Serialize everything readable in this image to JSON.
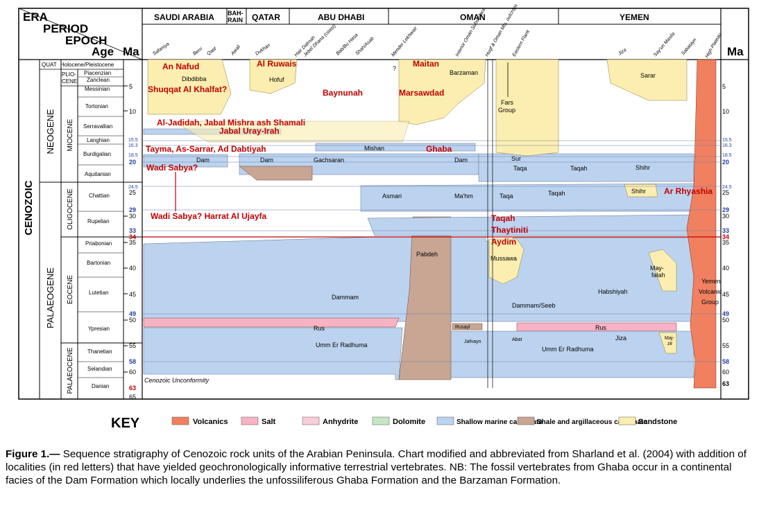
{
  "header": {
    "era": "ERA",
    "period": "PERIOD",
    "epoch": "EPOCH",
    "age": "Age",
    "ma_left": "Ma",
    "ma_right": "Ma"
  },
  "countries": [
    "SAUDI ARABIA",
    "BAH-",
    "RAIN",
    "QATAR",
    "ABU DHABI",
    "OMAN",
    "YEMEN"
  ],
  "localities": [
    "Safaniya",
    "Berri",
    "Qatif",
    "Awali",
    "Dukhan",
    "Hair Dalmah",
    "Jebel Dhana (coast)",
    "Bab/Bu Hasa",
    "Shah/Asab",
    "Mender Lekhwair",
    "Interior Oman Subsurface",
    "Huqf & Oman Mts. outcrops",
    "Eastern Flank",
    "Jiza",
    "Say'un Masila",
    "Sabatayn",
    "High Plateau"
  ],
  "era": "CENOZOIC",
  "periods": [
    "NEOGENE",
    "PALAEOGENE"
  ],
  "quat": "QUAT",
  "holocene": "Holocene/Pleistocene",
  "epochs": [
    "PLIO-",
    "CENE",
    "MIOCENE",
    "OLIGOCENE",
    "EOCENE",
    "PALAEOCENE"
  ],
  "stages": [
    "Piacenzian",
    "Zanclean",
    "Messinian",
    "Tortonian",
    "Serravallian",
    "Langhian",
    "Burdigalian",
    "Aquitanian",
    "Chattian",
    "Rupelian",
    "Priabonian",
    "Bartonian",
    "Lutetian",
    "Ypresian",
    "Thanetian",
    "Selandian",
    "Danian"
  ],
  "ma_ticks": [
    "5",
    "10",
    "15.5",
    "16.3",
    "18.5",
    "20",
    "24.5",
    "25",
    "29",
    "30",
    "33",
    "34",
    "35",
    "40",
    "45",
    "49",
    "50",
    "55",
    "58",
    "60",
    "63",
    "65"
  ],
  "units": [
    "Dibdibba",
    "Hofuf",
    "Barzaman",
    "Sarar",
    "Fars",
    "Group",
    "Mishan",
    "Dam",
    "Dam",
    "Gachsaran",
    "Dam",
    "Sur",
    "Taqa",
    "Taqah",
    "Shihr",
    "Asmari",
    "Ma'hm",
    "Taqa",
    "Taqah",
    "Shihr",
    "Pabdeh",
    "Mussawa",
    "Dammam",
    "Dammam/Seeb",
    "Habshiyah",
    "May-",
    "falah",
    "Yemen",
    "Volcanic",
    "Group",
    "Rus",
    "Rusayl",
    "Rus",
    "Jafnayn",
    "Abat",
    "Jiza",
    "Umm Er Radhuma",
    "Umm Er Radhuma",
    "Maj-",
    "zir",
    "Cenozoic Unconformity",
    "?"
  ],
  "fossil_localities": [
    "An Nafud",
    "Al Ruwais",
    "Maitan",
    "Shuqqat  Al Khalfat?",
    "Baynunah",
    "Marsawdad",
    "Al-Jadidah, Jabal Mishra ash Shamali",
    "Jabal Uray-Irah",
    "Tayma, As-Sarrar, Ad Dabtiyah",
    "Ghaba",
    "Wadi Sabya?",
    "Ar Rhyashia",
    "Wadi Sabya?  Harrat Al Ujayfa",
    "Taqah",
    "Thaytiniti",
    "Aydim"
  ],
  "key": {
    "title": "KEY",
    "items": [
      {
        "label": "Volcanics",
        "color": "#f08060"
      },
      {
        "label": "Salt",
        "color": "#f7b3c4"
      },
      {
        "label": "Anhydrite",
        "color": "#f9cdd5"
      },
      {
        "label": "Dolomite",
        "color": "#c6e6c6"
      },
      {
        "label": "Shallow marine carbonate",
        "color": "#bcd3ef"
      },
      {
        "label": "Shale and argillaceous carbonate",
        "color": "#c8a693"
      },
      {
        "label": "Sandstone",
        "color": "#fbeeb0"
      }
    ]
  },
  "caption": {
    "label": "Figure 1.—",
    "text": " Sequence stratigraphy of Cenozoic rock units of the Arabian Peninsula. Chart modified and abbreviated from Sharland et al. (2004) with addition of localities (in red letters) that have yielded geochronologically informative terrestrial vertebrates. NB: The fossil vertebrates from Ghaba occur in a continental facies of the Dam Formation which locally underlies the unfossiliferous Ghaba Formation and the Barzaman Formation."
  }
}
